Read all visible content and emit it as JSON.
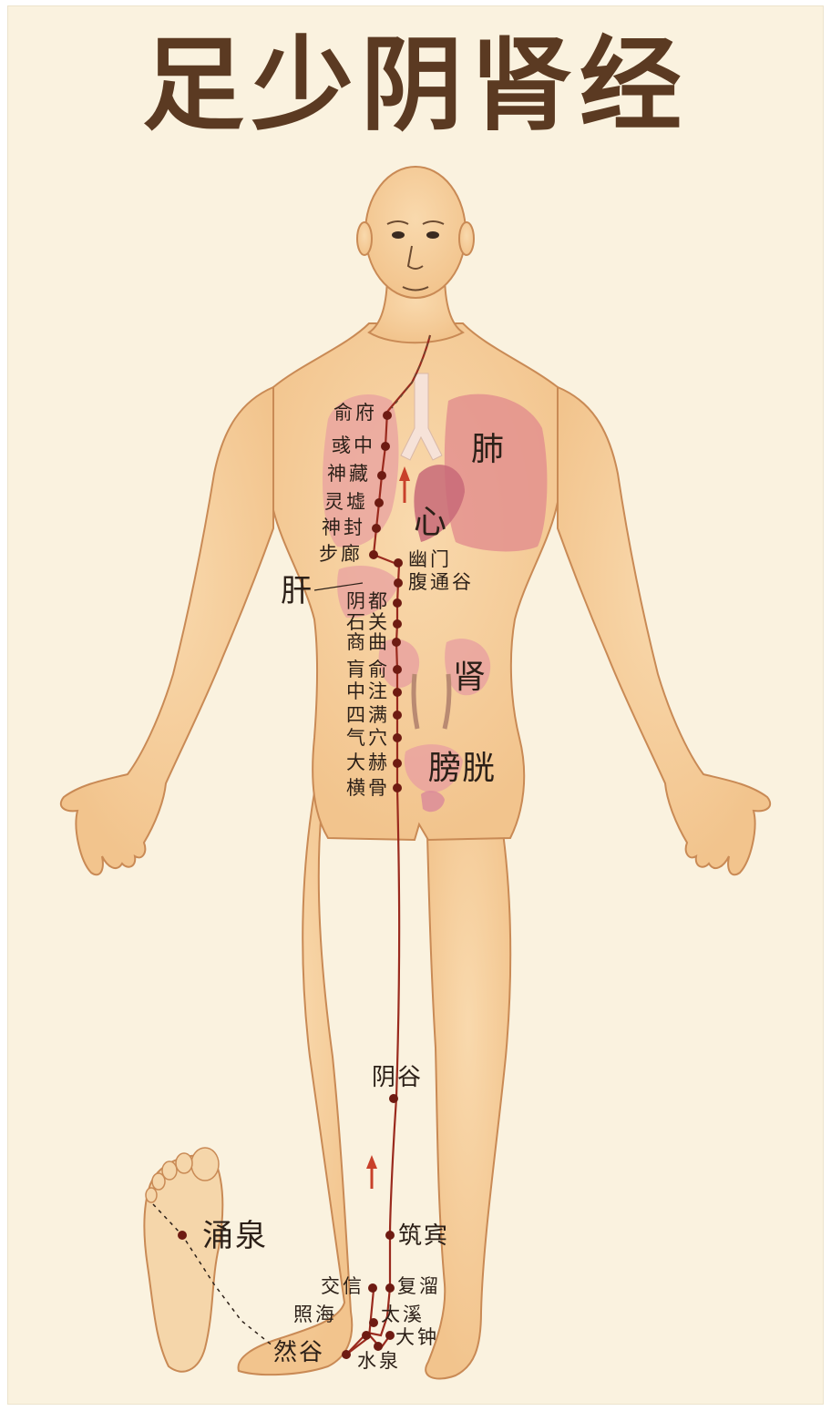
{
  "title": "足少阴肾经",
  "organs": {
    "lung": "肺",
    "heart": "心",
    "liver": "肝",
    "kidney": "肾",
    "bladder": "膀胱"
  },
  "points_left": [
    "俞府",
    "彧中",
    "神藏",
    "灵墟",
    "神封",
    "步廊",
    "阴都",
    "石关",
    "商曲",
    "肓俞",
    "中注",
    "四满",
    "气穴",
    "大赫",
    "横骨"
  ],
  "points_right": {
    "youmen": "幽门",
    "futonggu": "腹通谷"
  },
  "leg_points": {
    "yingu": "阴谷",
    "zhubin": "筑宾",
    "jiaoxin": "交信",
    "fuliu": "复溜",
    "zhaohai": "照海",
    "taixi": "太溪",
    "dazhong": "大钟",
    "rangu": "然谷",
    "shuiquan": "水泉"
  },
  "foot": {
    "yongquan": "涌泉"
  },
  "colors": {
    "background": "#faf2df",
    "skin": "#f7d1a1",
    "outline": "#c98a55",
    "meridian": "#9a2a1e",
    "point": "#6e1b12",
    "organ": "#e8a0a0",
    "title": "#5b3a22"
  }
}
